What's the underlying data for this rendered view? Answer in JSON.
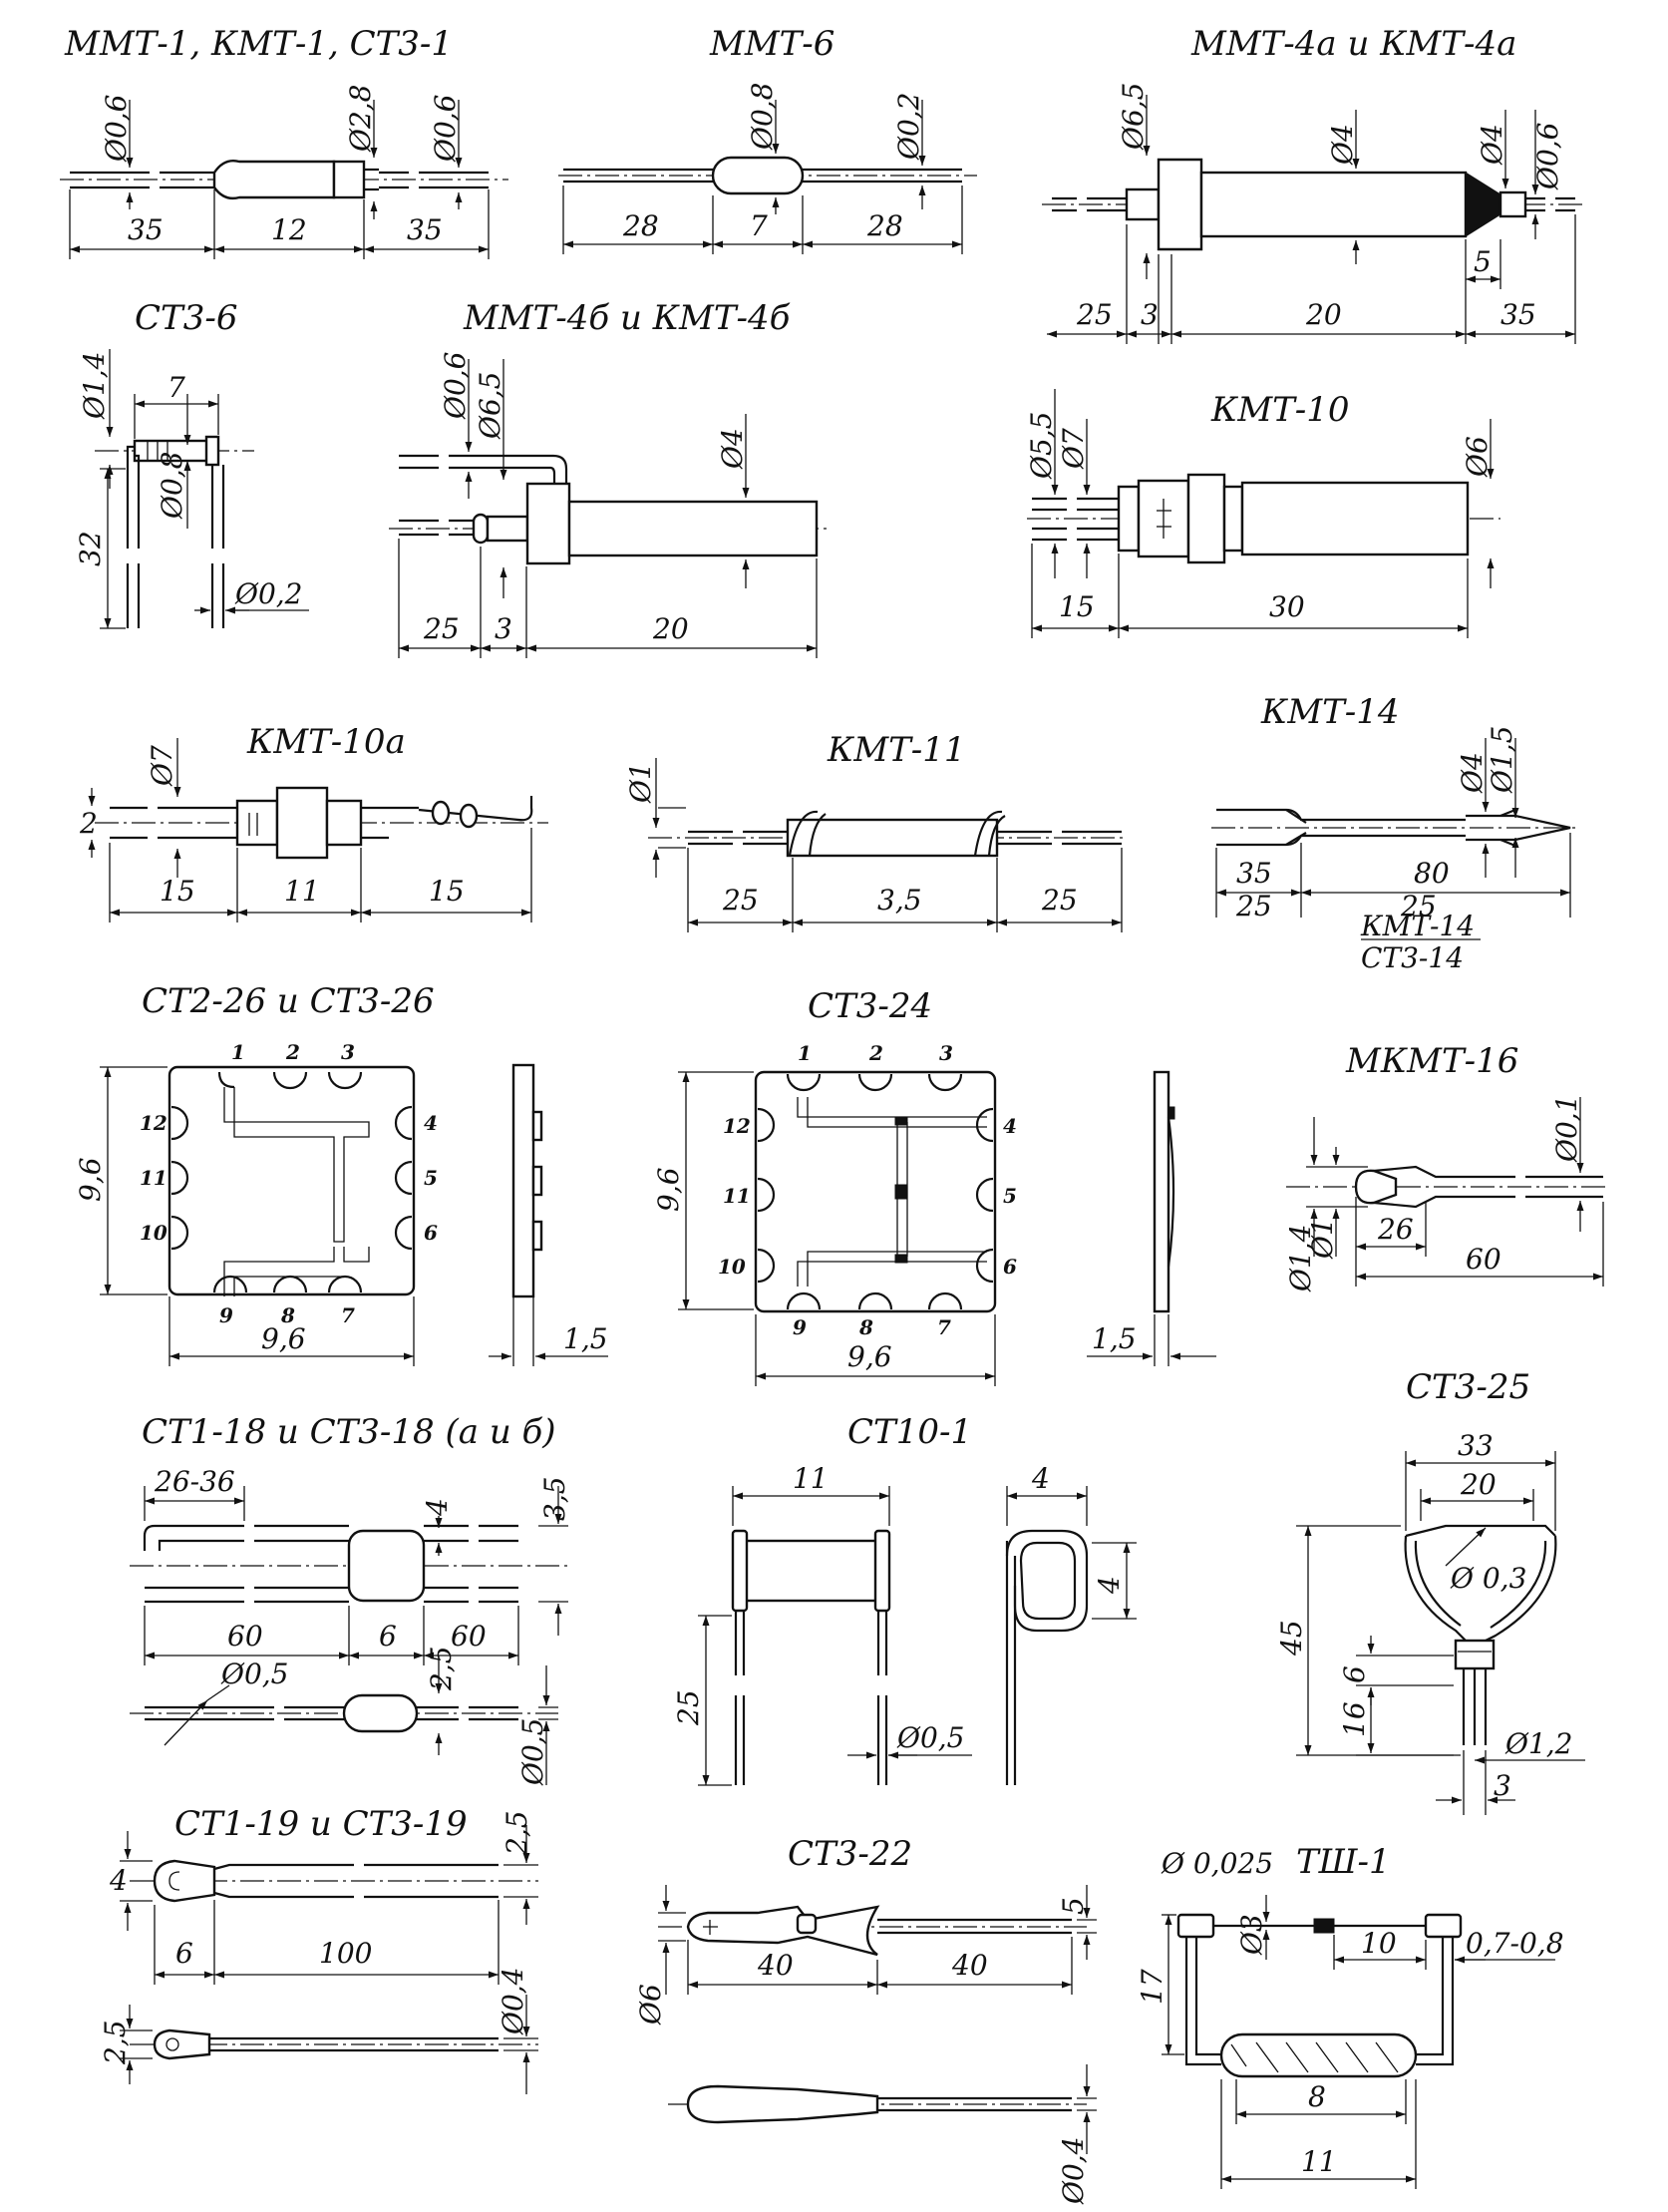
{
  "titles": {
    "mmt1": "ММТ-1, КМТ-1, СТ3-1",
    "mmt6": "ММТ-6",
    "mmt4a": "ММТ-4а и КМТ-4а",
    "st36": "СТ3-6",
    "mmt4b": "ММТ-4б и КМТ-4б",
    "kmt10": "КМТ-10",
    "kmt10a": "КМТ-10а",
    "kmt11": "КМТ-11",
    "kmt14": "КМТ-14",
    "st226": "СТ2-26 и СТ3-26",
    "st324": "СТ3-24",
    "mkmt16": "МКМТ-16",
    "st118": "СТ1-18 и СТ3-18 (а и б)",
    "st101": "СТ10-1",
    "st325": "СТ3-25",
    "st119": "СТ1-19 и СТ3-19",
    "st322": "СТ3-22",
    "tsh1": "ТШ-1"
  },
  "dims": {
    "mmt1": [
      "Ø0,6",
      "Ø2,8",
      "Ø0,6",
      "35",
      "12",
      "35"
    ],
    "mmt6": [
      "Ø0,8",
      "Ø0,2",
      "28",
      "7",
      "28"
    ],
    "mmt4a": [
      "Ø6,5",
      "Ø4",
      "Ø4",
      "Ø0,6",
      "5",
      "25",
      "3",
      "20",
      "35"
    ],
    "st36": [
      "Ø1,4",
      "7",
      "32",
      "Ø0,8",
      "Ø0,2"
    ],
    "mmt4b": [
      "Ø0,6",
      "Ø6,5",
      "Ø4",
      "25",
      "3",
      "20"
    ],
    "kmt10": [
      "Ø5,5",
      "Ø7",
      "Ø6",
      "15",
      "30"
    ],
    "kmt10a": [
      "Ø7",
      "2",
      "15",
      "11",
      "15"
    ],
    "kmt11": [
      "Ø1",
      "25",
      "3,5",
      "25"
    ],
    "kmt14": [
      "Ø4",
      "Ø1,5",
      "35",
      "80",
      "25",
      "25"
    ],
    "kmt14_note": [
      "КМТ-14",
      "СТ3-14"
    ],
    "st226": [
      "9,6",
      "9,6",
      "1,5"
    ],
    "st324": [
      "9,6",
      "9,6",
      "1,5"
    ],
    "mkmt16": [
      "Ø0,1",
      "Ø1,4",
      "Ø1",
      "26",
      "60"
    ],
    "st118": [
      "26-36",
      "4",
      "3,5",
      "60",
      "6",
      "60",
      "Ø0,5",
      "2,5",
      "Ø0,5"
    ],
    "st101": [
      "11",
      "4",
      "4",
      "25",
      "Ø0,5"
    ],
    "st325": [
      "33",
      "20",
      "Ø 0,3",
      "45",
      "6",
      "16",
      "Ø1,2",
      "3"
    ],
    "st119": [
      "2,5",
      "4",
      "6",
      "100",
      "Ø0,4",
      "2,5"
    ],
    "st322": [
      "5",
      "Ø6",
      "40",
      "40",
      "Ø0,4"
    ],
    "tsh1": [
      "Ø 0,025",
      "Ø3",
      "10",
      "0,7-0,8",
      "17",
      "8",
      "11"
    ]
  },
  "pins": [
    "1",
    "2",
    "3",
    "4",
    "5",
    "6",
    "7",
    "8",
    "9",
    "10",
    "11",
    "12"
  ]
}
